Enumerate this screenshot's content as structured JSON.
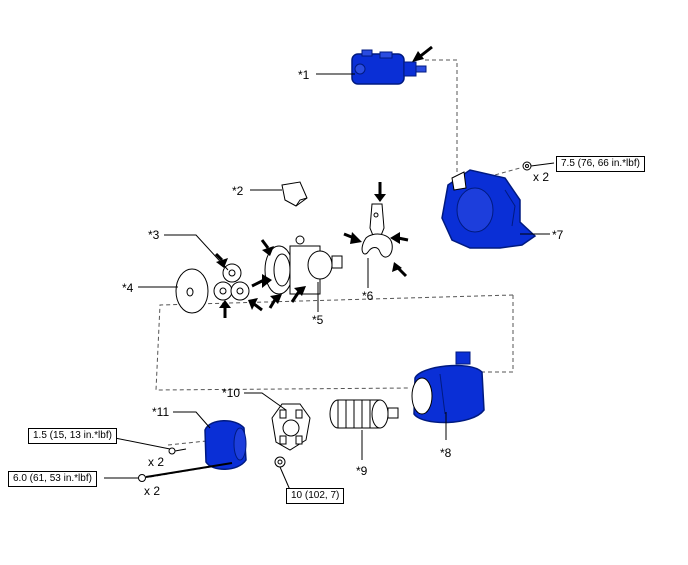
{
  "callouts": {
    "c1": "*1",
    "c2": "*2",
    "c3": "*3",
    "c4": "*4",
    "c5": "*5",
    "c6": "*6",
    "c7": "*7",
    "c8": "*8",
    "c9": "*9",
    "c10": "*10",
    "c11": "*11"
  },
  "torque": {
    "t1": "7.5 (76, 66 in.*lbf)",
    "t2": "1.5 (15, 13 in.*lbf)",
    "t3": "6.0 (61, 53 in.*lbf)",
    "t4": "10 (102, 7)"
  },
  "qty": {
    "q1": "x 2",
    "q2": "x 2",
    "q3": "x 2"
  },
  "colors": {
    "part_blue": "#0a2fd6",
    "part_dark": "#001a80",
    "line": "#000000",
    "dash": "#666666"
  }
}
